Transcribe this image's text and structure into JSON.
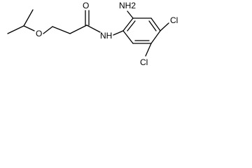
{
  "molecule": {
    "atom_labels": {
      "amine": "NH2",
      "amide_nitrogen": "NH",
      "carbonyl_oxygen": "O",
      "ether_oxygen": "O",
      "chlorine_upper": "Cl",
      "chlorine_lower": "Cl"
    },
    "colors": {
      "bond": "#000000",
      "text": "#000000",
      "background": "#ffffff"
    }
  }
}
